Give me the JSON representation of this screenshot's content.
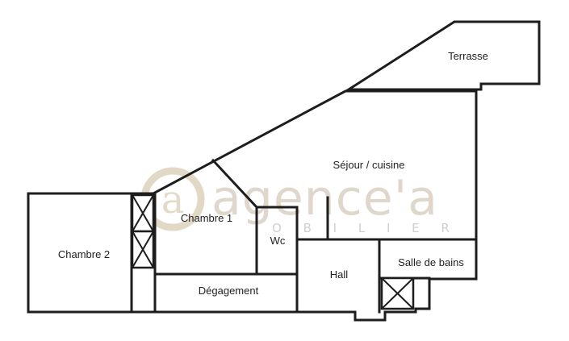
{
  "plan": {
    "type": "floor-plan",
    "rooms": {
      "terrasse": {
        "label": "Terrasse"
      },
      "sejour_cuisine": {
        "label": "Séjour / cuisine"
      },
      "chambre1": {
        "label": "Chambre 1"
      },
      "chambre2": {
        "label": "Chambre 2"
      },
      "wc": {
        "label": "Wc"
      },
      "hall": {
        "label": "Hall"
      },
      "salle_de_bains": {
        "label": "Salle de bains"
      },
      "degagement": {
        "label": "Dégagement"
      }
    },
    "watermark": {
      "brand": "agence'a",
      "subtitle": "O B I L I E R",
      "logo_letter": "a"
    },
    "colors": {
      "wall": "#1d1d1d",
      "background": "#ffffff",
      "label_text": "#222222",
      "watermark_beige": "#d9cec0",
      "watermark_gray": "#c4c4c4"
    }
  }
}
